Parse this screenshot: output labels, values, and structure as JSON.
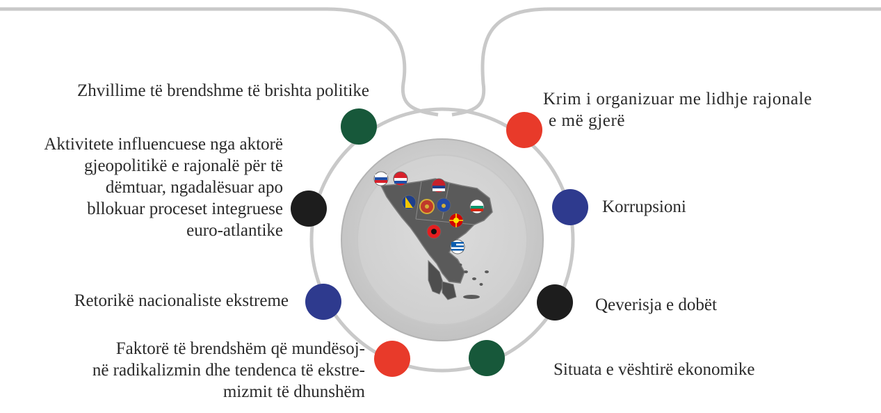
{
  "colors": {
    "green": "#17583a",
    "red": "#e83a2a",
    "black": "#1d1d1d",
    "blue": "#2e3a8e",
    "track": "#c9c9c9",
    "disc_outer": "#bfbfbf",
    "disc_inner": "#d8d8d8",
    "map_fill": "#5a5a5a"
  },
  "factors": [
    {
      "id": "f1",
      "color": "green",
      "side": "left",
      "lines": [
        "Zhvillime të brendshme të brishta politike"
      ]
    },
    {
      "id": "f2",
      "color": "black",
      "side": "left",
      "lines": [
        "Aktivitete influencuese nga aktorë",
        "gjeopolitikë e rajonalë për të",
        "dëmtuar, ngadalësuar apo",
        "bllokuar proceset integruese",
        "euro-atlantike"
      ]
    },
    {
      "id": "f3",
      "color": "blue",
      "side": "left",
      "lines": [
        "Retorikë nacionaliste ekstreme"
      ]
    },
    {
      "id": "f4",
      "color": "red",
      "side": "left",
      "lines": [
        "Faktorë të brendshëm që mundësoj-",
        "në radikalizmin dhe tendenca të ekstre-",
        "mizmit të dhunshëm"
      ]
    },
    {
      "id": "f5",
      "color": "red",
      "side": "right",
      "lines": [
        "Krim i organizuar me lidhje rajonale",
        "e më gjerë"
      ]
    },
    {
      "id": "f6",
      "color": "blue",
      "side": "right",
      "lines": [
        "Korrupsioni"
      ]
    },
    {
      "id": "f7",
      "color": "black",
      "side": "right",
      "lines": [
        "Qeverisja e dobët"
      ]
    },
    {
      "id": "f8",
      "color": "green",
      "side": "right",
      "lines": [
        "Situata e vështirë ekonomike"
      ]
    }
  ],
  "map": {
    "flags": [
      "slovenia-flag-icon",
      "croatia-flag-icon",
      "serbia-flag-icon",
      "bosnia-flag-icon",
      "montenegro-flag-icon",
      "kosovo-flag-icon",
      "bulgaria-flag-icon",
      "north-macedonia-flag-icon",
      "albania-flag-icon",
      "greece-flag-icon"
    ]
  }
}
